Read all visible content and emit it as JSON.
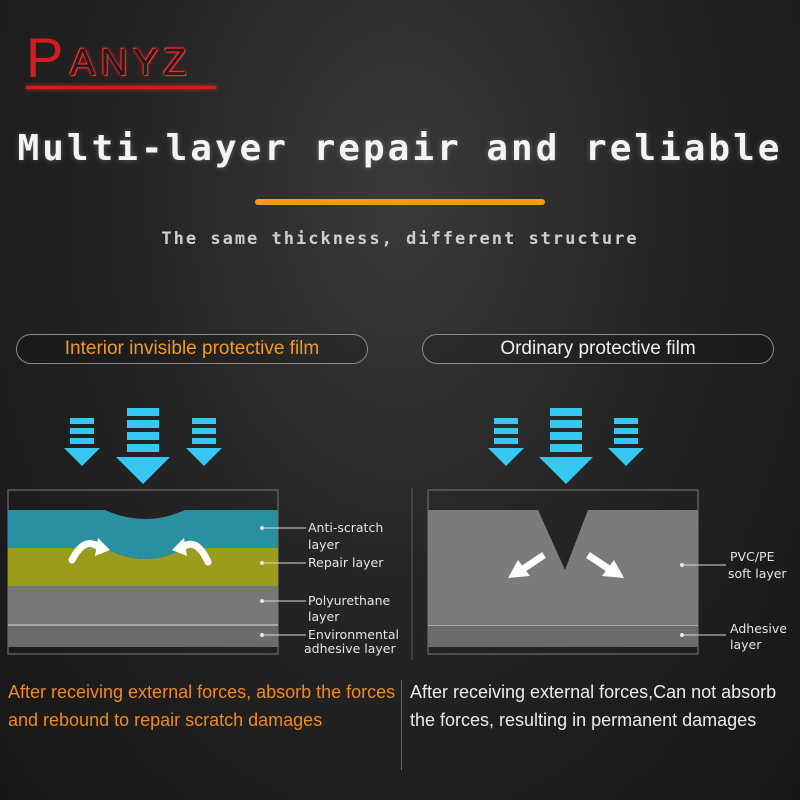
{
  "logo": {
    "first_letter": "P",
    "rest": "ANYZ"
  },
  "title": "Multi-layer repair and reliable",
  "subtitle": "The same thickness, different structure",
  "colors": {
    "accent": "#f29a1b",
    "brand_red": "#d71920",
    "arrow_blue": "#2fc3ee"
  },
  "left_panel": {
    "heading": "Interior invisible protective film",
    "layers": [
      {
        "line1": "Anti-scratch",
        "line2": "layer"
      },
      {
        "line1": "Repair layer",
        "line2": ""
      },
      {
        "line1": "Polyurethane",
        "line2": "layer"
      },
      {
        "line1": "Environmental",
        "line2": "adhesive layer"
      }
    ],
    "description": "After receiving external forces, absorb the forces and rebound to repair scratch damages"
  },
  "right_panel": {
    "heading": "Ordinary protective film",
    "layers": [
      {
        "line1": "PVC/PE",
        "line2": "soft layer"
      },
      {
        "line1": "Adhesive",
        "line2": "layer"
      }
    ],
    "description": "After receiving external forces,Can not absorb the forces, resulting in permanent damages"
  }
}
